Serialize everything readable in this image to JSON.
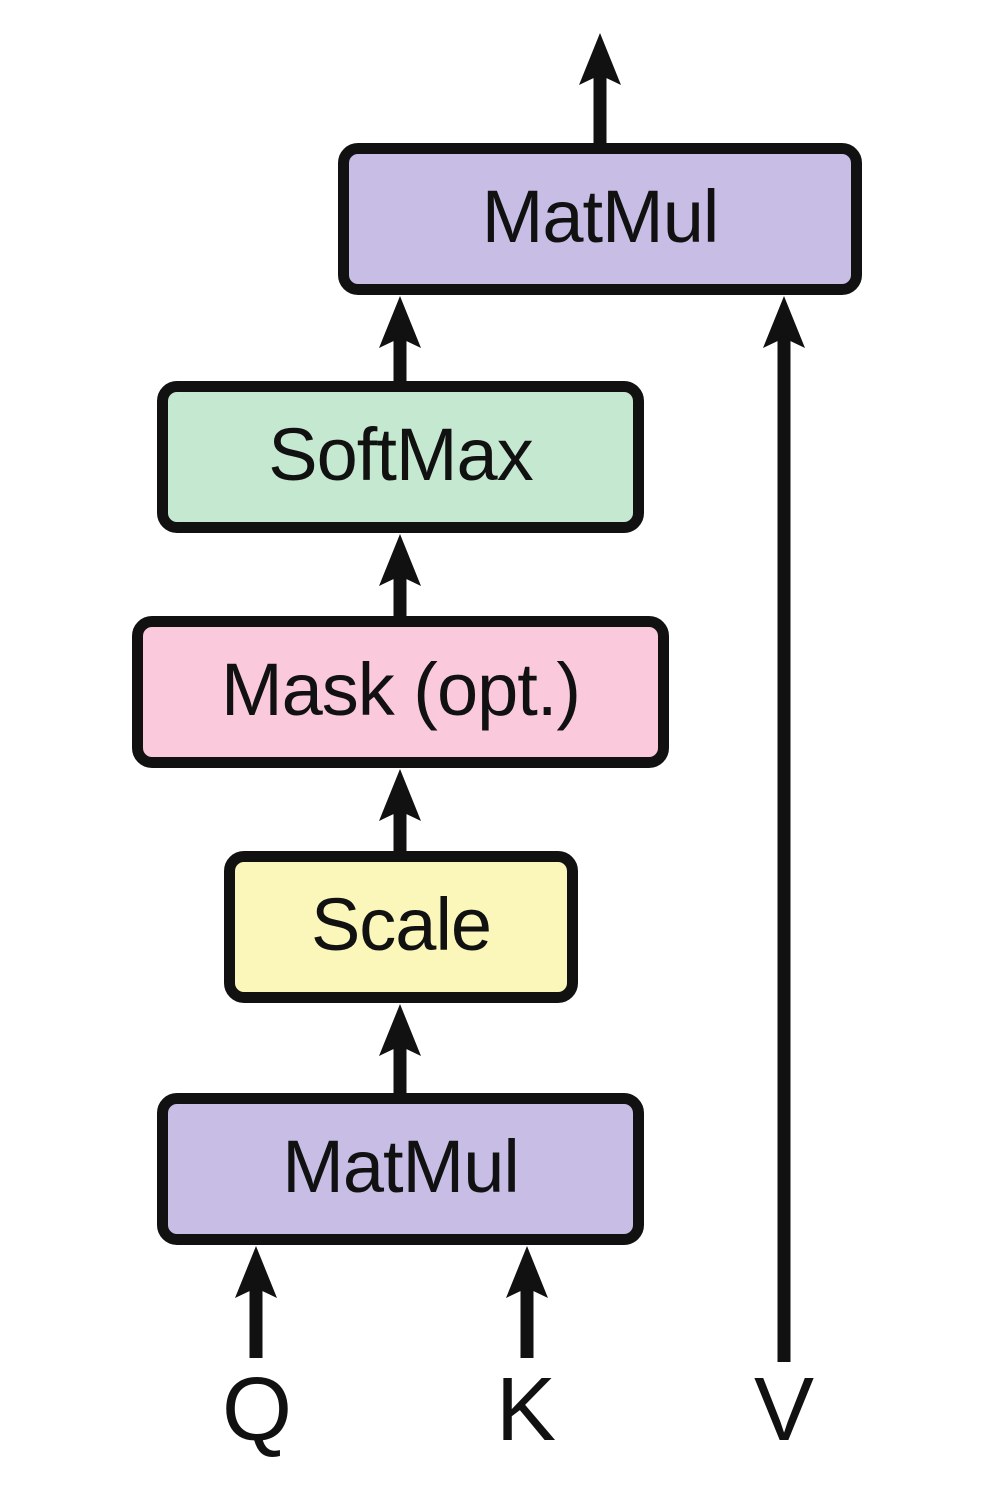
{
  "diagram": {
    "nodes": [
      {
        "id": "matmul_top",
        "label": "MatMul",
        "fill": "#c7bde5"
      },
      {
        "id": "softmax",
        "label": "SoftMax",
        "fill": "#c5e8d0"
      },
      {
        "id": "mask",
        "label": "Mask (opt.)",
        "fill": "#fbc9dc"
      },
      {
        "id": "scale",
        "label": "Scale",
        "fill": "#fbf7bb"
      },
      {
        "id": "matmul_bottom",
        "label": "MatMul",
        "fill": "#c7bde5"
      }
    ],
    "inputs": {
      "q": "Q",
      "k": "K",
      "v": "V"
    },
    "edges": [
      {
        "from": "Q",
        "to": "matmul_bottom"
      },
      {
        "from": "K",
        "to": "matmul_bottom"
      },
      {
        "from": "matmul_bottom",
        "to": "scale"
      },
      {
        "from": "scale",
        "to": "mask"
      },
      {
        "from": "mask",
        "to": "softmax"
      },
      {
        "from": "softmax",
        "to": "matmul_top"
      },
      {
        "from": "V",
        "to": "matmul_top"
      },
      {
        "from": "matmul_top",
        "to": "output"
      }
    ],
    "colors": {
      "stroke": "#111111",
      "text": "#111111"
    }
  }
}
